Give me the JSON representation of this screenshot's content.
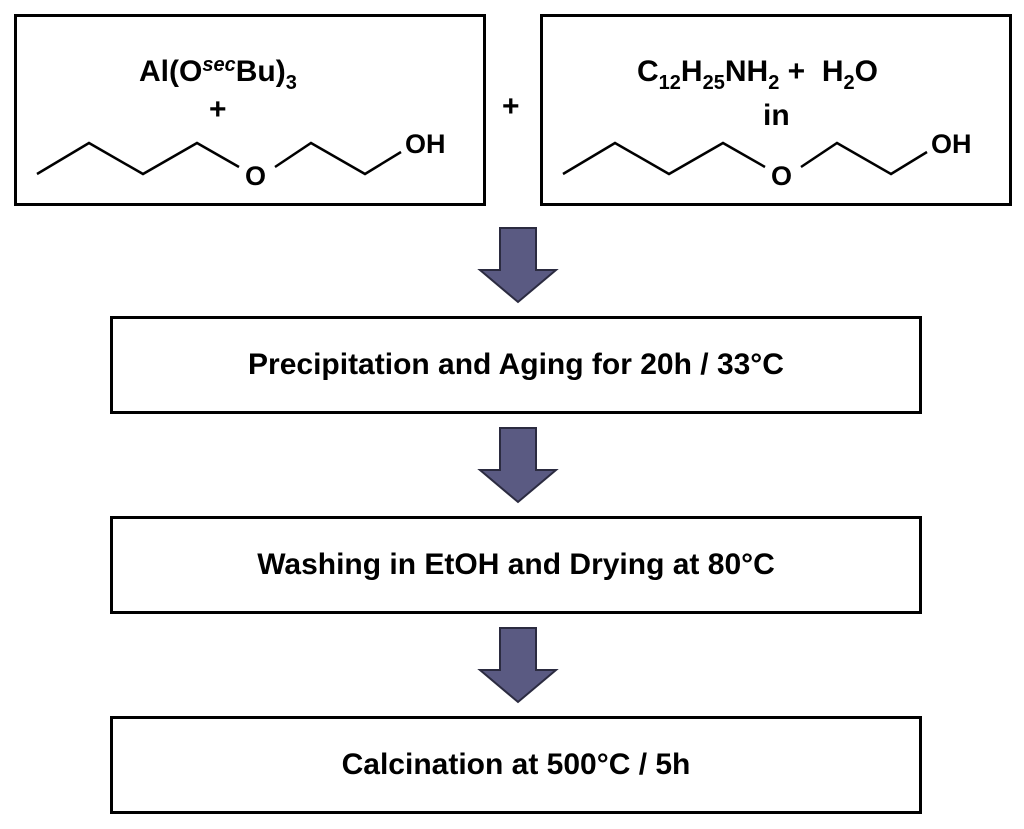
{
  "reagent_box_1": {
    "line1_prefix": "Al(O",
    "line1_sup": "sec",
    "line1_mid": "Bu)",
    "line1_sub": "3",
    "plus": "+",
    "molecule": {
      "o_label": "O",
      "oh_label": "OH"
    }
  },
  "between_plus": "+",
  "reagent_box_2": {
    "c": "C",
    "c_sub": "12",
    "h": "H",
    "h_sub": "25",
    "nh": "NH",
    "nh_sub": "2",
    "plus": "+",
    "water_h": "H",
    "water_sub": "2",
    "water_o": "O",
    "in_label": "in",
    "molecule": {
      "o_label": "O",
      "oh_label": "OH"
    }
  },
  "steps": [
    {
      "label": "Precipitation and Aging for 20h / 33°C"
    },
    {
      "label": "Washing in EtOH and  Drying at 80°C"
    },
    {
      "label": "Calcination at 500°C / 5h"
    }
  ],
  "colors": {
    "arrow_fill": "#5a5a82",
    "arrow_stroke": "#2b2b40"
  }
}
